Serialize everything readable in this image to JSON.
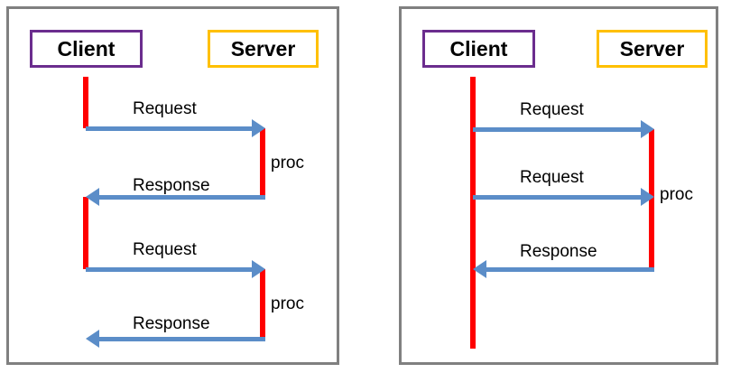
{
  "figure": {
    "kind": "sequence-diagram-pair",
    "background": "#FFFFFF",
    "frame_color": "#808080",
    "colors": {
      "client_border": "#6B2D8E",
      "server_border": "#FFC000",
      "lifeline": "#FF0000",
      "arrow": "#5B8DC8",
      "text": "#000000"
    }
  },
  "panels": [
    {
      "id": "left",
      "actors": {
        "client": "Client",
        "server": "Server"
      },
      "messages": [
        {
          "label": "Request",
          "direction": "right"
        },
        {
          "label": "Response",
          "direction": "left"
        },
        {
          "label": "Request",
          "direction": "right"
        },
        {
          "label": "Response",
          "direction": "left"
        }
      ],
      "annotations": [
        {
          "label": "proc"
        },
        {
          "label": "proc"
        }
      ]
    },
    {
      "id": "right",
      "actors": {
        "client": "Client",
        "server": "Server"
      },
      "messages": [
        {
          "label": "Request",
          "direction": "right"
        },
        {
          "label": "Request",
          "direction": "right"
        },
        {
          "label": "Response",
          "direction": "left"
        }
      ],
      "annotations": [
        {
          "label": "proc"
        }
      ]
    }
  ]
}
